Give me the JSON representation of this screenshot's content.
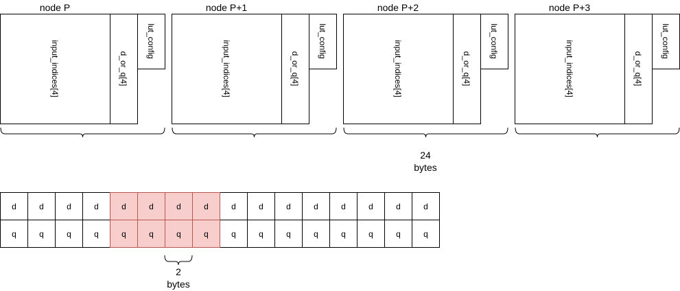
{
  "nodes": [
    {
      "title": "node P",
      "input_indices": "input_indices[4]",
      "d_or_q": "d_or_q[4]",
      "lut_config": "lut_config"
    },
    {
      "title": "node P+1",
      "input_indices": "input_indices[4]",
      "d_or_q": "d_or_q[4]",
      "lut_config": "lut_config"
    },
    {
      "title": "node P+2",
      "input_indices": "input_indices[4]",
      "d_or_q": "d_or_q[4]",
      "lut_config": "lut_config"
    },
    {
      "title": "node P+3",
      "input_indices": "input_indices[4]",
      "d_or_q": "d_or_q[4]",
      "lut_config": "lut_config"
    }
  ],
  "node_size": {
    "value": "24",
    "unit": "bytes"
  },
  "array": {
    "row_d": [
      "d",
      "d",
      "d",
      "d",
      "d",
      "d",
      "d",
      "d",
      "d",
      "d",
      "d",
      "d",
      "d",
      "d",
      "d",
      "d"
    ],
    "row_q": [
      "q",
      "q",
      "q",
      "q",
      "q",
      "q",
      "q",
      "q",
      "q",
      "q",
      "q",
      "q",
      "q",
      "q",
      "q",
      "q"
    ],
    "highlighted_columns": [
      4,
      5,
      6,
      7
    ],
    "highlight_fill": "#f8cecc",
    "highlight_stroke": "#b85450"
  },
  "cell_size": {
    "value": "2",
    "unit": "bytes"
  }
}
